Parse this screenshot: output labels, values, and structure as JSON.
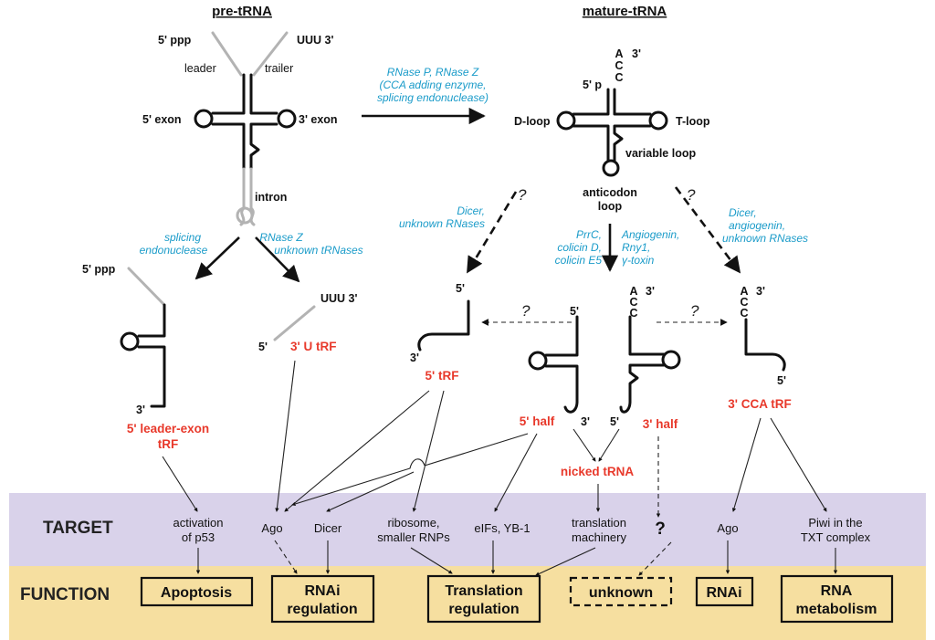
{
  "headers": {
    "pre": "pre-tRNA",
    "mature": "mature-tRNA"
  },
  "pre_trna": {
    "five_end": "5' ppp",
    "three_end": "UUU 3'",
    "leader": "leader",
    "trailer": "trailer",
    "five_exon": "5' exon",
    "three_exon": "3' exon",
    "intron": "intron"
  },
  "enzymes": {
    "maturation_1": "RNase P, RNase Z",
    "maturation_2": "(CCA adding enzyme,",
    "maturation_3": "splicing endonuclease)",
    "splice_1": "splicing",
    "splice_2": "endonuclease",
    "rnasez_1": "RNase Z",
    "rnasez_2": "unknown tRNases",
    "dicer_l1": "Dicer,",
    "dicer_l2": "unknown RNases",
    "prrc_1": "PrrC,",
    "prrc_2": "colicin D,",
    "prrc_3": "colicin E5",
    "ang_1": "Angiogenin,",
    "ang_2": "Rny1,",
    "ang_3": "γ-toxin",
    "dicer_r1": "Dicer,",
    "dicer_r2": "angiogenin,",
    "dicer_r3": "unknown RNases"
  },
  "mature": {
    "cca_a1": "A",
    "cca_c1": "C",
    "cca_c2": "C",
    "three": "3'",
    "five_p": "5' p",
    "d_loop": "D-loop",
    "t_loop": "T-loop",
    "variable_loop": "variable loop",
    "anticodon_1": "anticodon",
    "anticodon_2": "loop"
  },
  "fragments": {
    "pre_five": "5' ppp",
    "pre_three": "3'",
    "leader_exon_1": "5' leader-exon",
    "leader_exon_2": "tRF",
    "u_three": "UUU 3'",
    "u_five": "5'",
    "u_trf": "3' U tRF",
    "trf5_five": "5'",
    "trf5_three": "3'",
    "trf5": "5' tRF",
    "half_top5": "5'",
    "half_a": "A",
    "half_c1": "C",
    "half_c2": "C",
    "half_top3": "3'",
    "half_b3": "3'",
    "half_b5": "5'",
    "five_half": "5' half",
    "three_half": "3' half",
    "nicked": "nicked tRNA",
    "cca_a": "A",
    "cca_c1": "C",
    "cca_c2": "C",
    "cca_three": "3'",
    "cca_five": "5'",
    "cca_trf": "3' CCA tRF"
  },
  "question_marks": {
    "q1": "?",
    "q2": "?",
    "q3": "?",
    "q4": "?",
    "q5": "?"
  },
  "bands": {
    "target": "TARGET",
    "function": "FUNCTION"
  },
  "targets": {
    "p53_1": "activation",
    "p53_2": "of p53",
    "ago1": "Ago",
    "dicer": "Dicer",
    "ribo_1": "ribosome,",
    "ribo_2": "smaller RNPs",
    "eifs": "eIFs, YB-1",
    "tm_1": "translation",
    "tm_2": "machinery",
    "ago2": "Ago",
    "piwi_1": "Piwi in the",
    "piwi_2": "TXT complex"
  },
  "functions": {
    "apoptosis": "Apoptosis",
    "rnai_reg_1": "RNAi",
    "rnai_reg_2": "regulation",
    "trans_1": "Translation",
    "trans_2": "regulation",
    "unknown": "unknown",
    "rnai": "RNAi",
    "rnameta_1": "RNA",
    "rnameta_2": "metabolism"
  },
  "colors": {
    "target_band": "#d9d2ea",
    "function_band": "#f6dfa0",
    "label_red": "#e8392b",
    "enzyme_blue": "#1a9bc9",
    "precursor_grey": "#b3b3b3"
  }
}
